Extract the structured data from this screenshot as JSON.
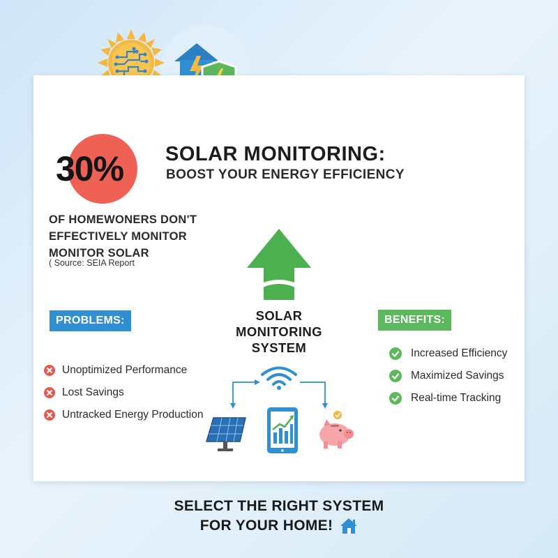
{
  "headline": {
    "title": "SOLAR MONITORING:",
    "subtitle": "BOOST YOUR ENERGY EFFICIENCY"
  },
  "stat": {
    "value": "30%",
    "lines": [
      "OF HOMEWONERS DON'T",
      "EFFECTIVELY MONITOR",
      "MONITOR SOLAR"
    ],
    "source": "( Source: SEIA Report"
  },
  "problems": {
    "label": "PROBLEMS:",
    "items": [
      "Unoptimized Performance",
      "Lost Savings",
      "Untracked Energy Production"
    ]
  },
  "benefits": {
    "label": "BENEFITS:",
    "items": [
      "Increased Efficiency",
      "Maximized Savings",
      "Real-time Tracking"
    ]
  },
  "center": {
    "lines": [
      "SOLAR",
      "MONITORING",
      "SYSTEM"
    ]
  },
  "footer": {
    "line1": "SELECT THE RIGHT SYSTEM",
    "line2": "FOR YOUR HOME!"
  },
  "icons": [
    "sun-circuit-icon",
    "house-energy-shield-icon",
    "up-arrow-icon",
    "wifi-icon",
    "solar-panel-icon",
    "tablet-chart-icon",
    "piggy-bank-icon",
    "house-icon"
  ],
  "colors": {
    "red": "#ef6155",
    "blue": "#2f8fd1",
    "green": "#5cb85c",
    "sun": "#f5b942"
  }
}
